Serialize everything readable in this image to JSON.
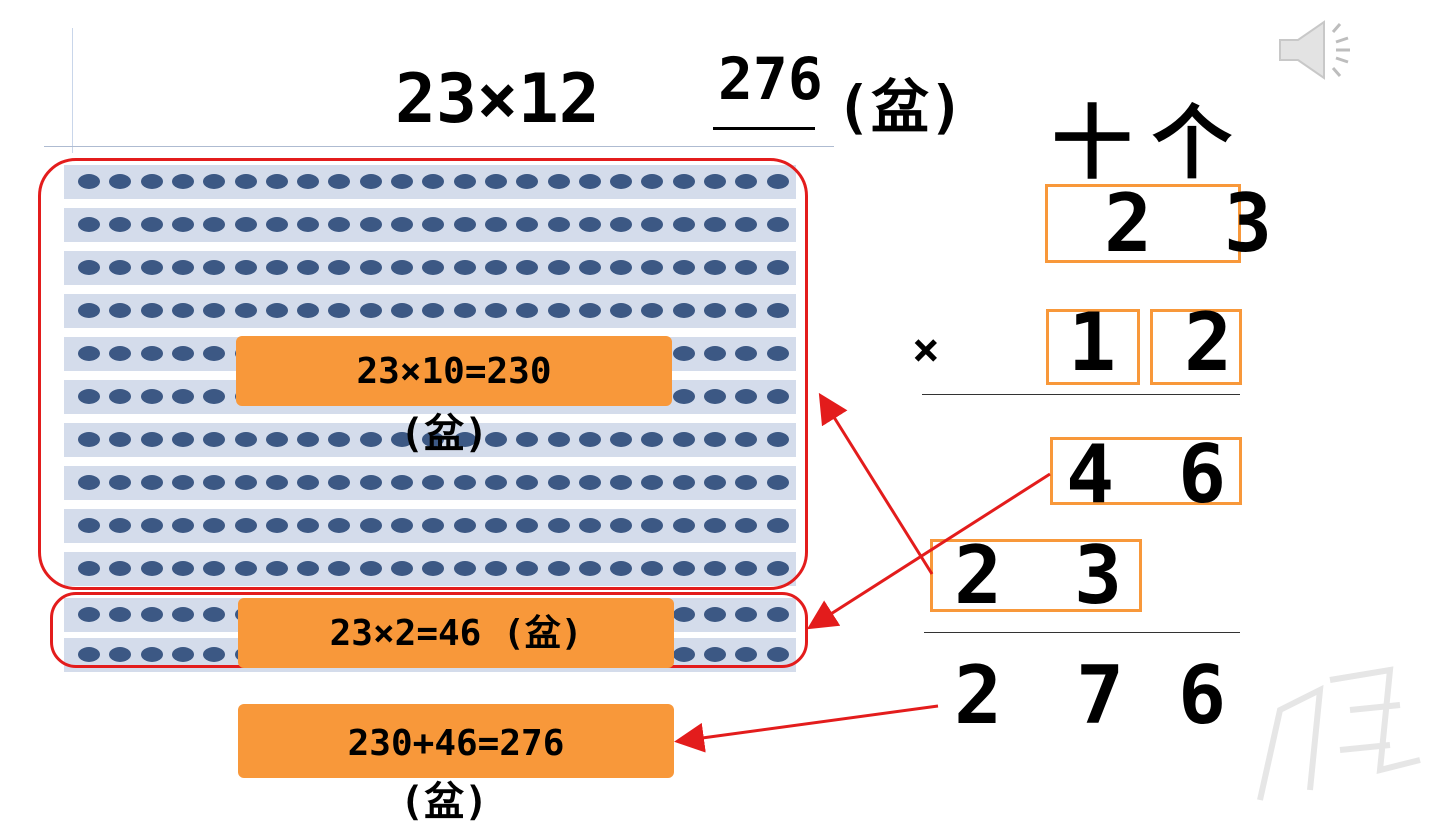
{
  "slide": {
    "equation_left": "23×12",
    "equation_equals": "=",
    "answer": "276",
    "unit": "(盆)",
    "place_tens": "十",
    "place_ones": "个"
  },
  "vertical": {
    "row1": [
      "2",
      "3"
    ],
    "op": "×",
    "row2": [
      "1",
      "2"
    ],
    "partial1": [
      "4",
      "6"
    ],
    "partial2": [
      "2",
      "3"
    ],
    "result": [
      "2",
      "7",
      "6"
    ]
  },
  "labels": {
    "top_block": "23×10=230",
    "top_block_unit": "(盆)",
    "bottom_block": "23×2=46 (盆)",
    "sum": "230+46=276",
    "sum_unit": "(盆)"
  },
  "grid": {
    "rows_total": 12,
    "dots_per_row": 23,
    "top_group_rows": 10,
    "bottom_group_rows": 2
  },
  "colors": {
    "accent_orange": "#f8983a",
    "highlight_red": "#e31c1c",
    "dot_blue": "#3c5884",
    "strip_gray": "#d4dceb"
  },
  "icons": {
    "speaker": "speaker-icon"
  }
}
